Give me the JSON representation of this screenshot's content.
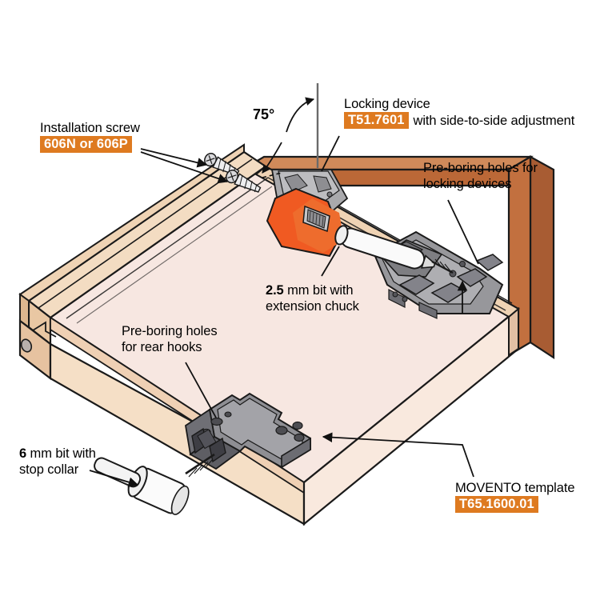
{
  "figure": {
    "title": "MOVENTO drawer locking device and template installation diagram",
    "background_color": "#FFFFFF"
  },
  "colors": {
    "badge_orange": "#DE7A20",
    "locking_device_orange": "#F05A22",
    "panel_brown": "#BF6E3F",
    "wood_tan": "#EFD0B4",
    "drawer_base_pink": "#F7E6E0",
    "metal_gray": "#8E8E90",
    "outline_black": "#1A1A1A"
  },
  "annotations": {
    "installation_screw": {
      "line1": "Installation screw",
      "badge": "606N or 606P"
    },
    "angle": {
      "value": "75°"
    },
    "locking_device": {
      "line1": "Locking device",
      "badge": "T51.7601",
      "suffix": "with side-to-side adjustment"
    },
    "preboring_locking": {
      "line1": "Pre-boring holes for",
      "line2": "locking devices"
    },
    "bit_2_5": {
      "value": "2.5",
      "rest1": " mm bit with",
      "line2": "extension chuck"
    },
    "preboring_rear": {
      "line1": "Pre-boring holes",
      "line2": "for rear hooks"
    },
    "bit_6": {
      "value": "6",
      "rest1": " mm bit with",
      "line2": "stop collar"
    },
    "movento_template": {
      "line1": "MOVENTO template",
      "badge": "T65.1600.01"
    }
  }
}
